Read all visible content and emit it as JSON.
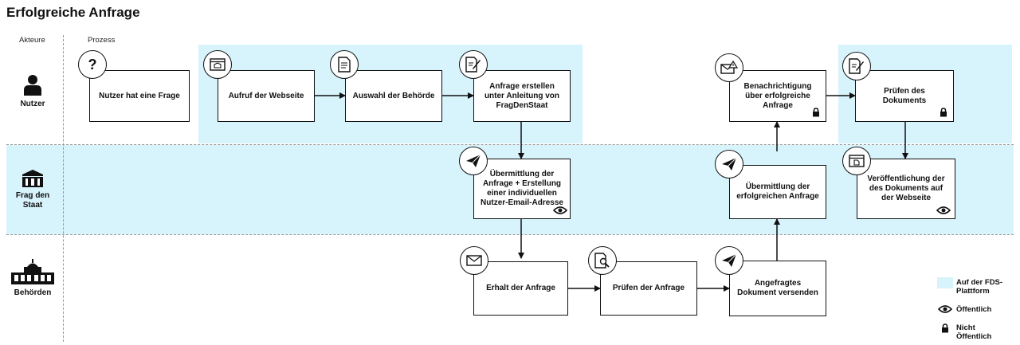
{
  "title": "Erfolgreiche Anfrage",
  "headers": {
    "actors": "Akteure",
    "process": "Prozess"
  },
  "actors": [
    {
      "label": "Nutzer",
      "icon": "user-icon"
    },
    {
      "label": "Frag den Staat",
      "icon": "building-icon"
    },
    {
      "label": "Behörden",
      "icon": "government-icon"
    }
  ],
  "steps": {
    "frage": "Nutzer hat eine Frage",
    "aufruf": "Aufruf der Webseite",
    "auswahl": "Auswahl der Behörde",
    "erstellen": "Anfrage erstellen unter Anleitung von FragDenStaat",
    "uebermittlung": "Übermittlung der Anfrage + Erstellung einer individuellen Nutzer-Email-Adresse",
    "erhalt": "Erhalt der Anfrage",
    "pruefen_anfrage": "Prüfen der Anfrage",
    "versenden": "Angefragtes Dokument versenden",
    "uebermittlung_erfolg": "Übermittlung der erfolgreichen Anfrage",
    "benachrichtigung": "Benachrichtigung über erfolgreiche Anfrage",
    "pruefen_dokument": "Prüfen des Dokuments",
    "veroeffentlichung": "Veröffentlichung der des Dokuments auf der Webseite"
  },
  "legend": {
    "platform": "Auf der FDS-Plattform",
    "public": "Öffentlich",
    "private": "Nicht Öffentlich"
  },
  "colors": {
    "platform_band": "#d7f3fb",
    "line": "#111111"
  }
}
